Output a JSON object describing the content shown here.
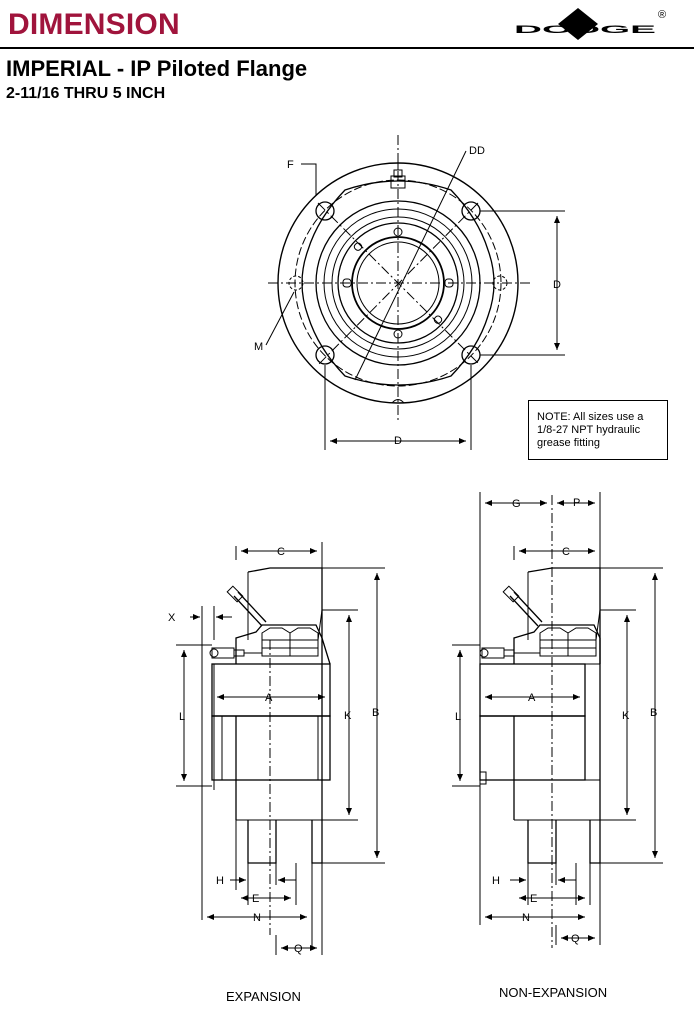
{
  "header": {
    "title": "DIMENSION",
    "brand": "DODGE",
    "brand_mark": "®",
    "brand_color": "#a0143c"
  },
  "product": {
    "title": "IMPERIAL - IP Piloted Flange",
    "size_range": "2-11/16 THRU 5 INCH"
  },
  "note": "NOTE:  All sizes use a 1/8-27 NPT hydraulic grease fitting",
  "front_view": {
    "labels": {
      "F": "F",
      "DD": "DD",
      "D_right": "D",
      "D_bottom": "D",
      "M": "M"
    }
  },
  "expansion_view": {
    "caption": "EXPANSION",
    "labels": {
      "C": "C",
      "X": "X",
      "A": "A",
      "L": "L",
      "K": "K",
      "B": "B",
      "H": "H",
      "E": "E",
      "N": "N",
      "Q": "Q"
    }
  },
  "non_expansion_view": {
    "caption": "NON-EXPANSION",
    "labels": {
      "G": "G",
      "P": "P",
      "C": "C",
      "A": "A",
      "L": "L",
      "K": "K",
      "B": "B",
      "H": "H",
      "E": "E",
      "N": "N",
      "Q": "Q"
    }
  }
}
